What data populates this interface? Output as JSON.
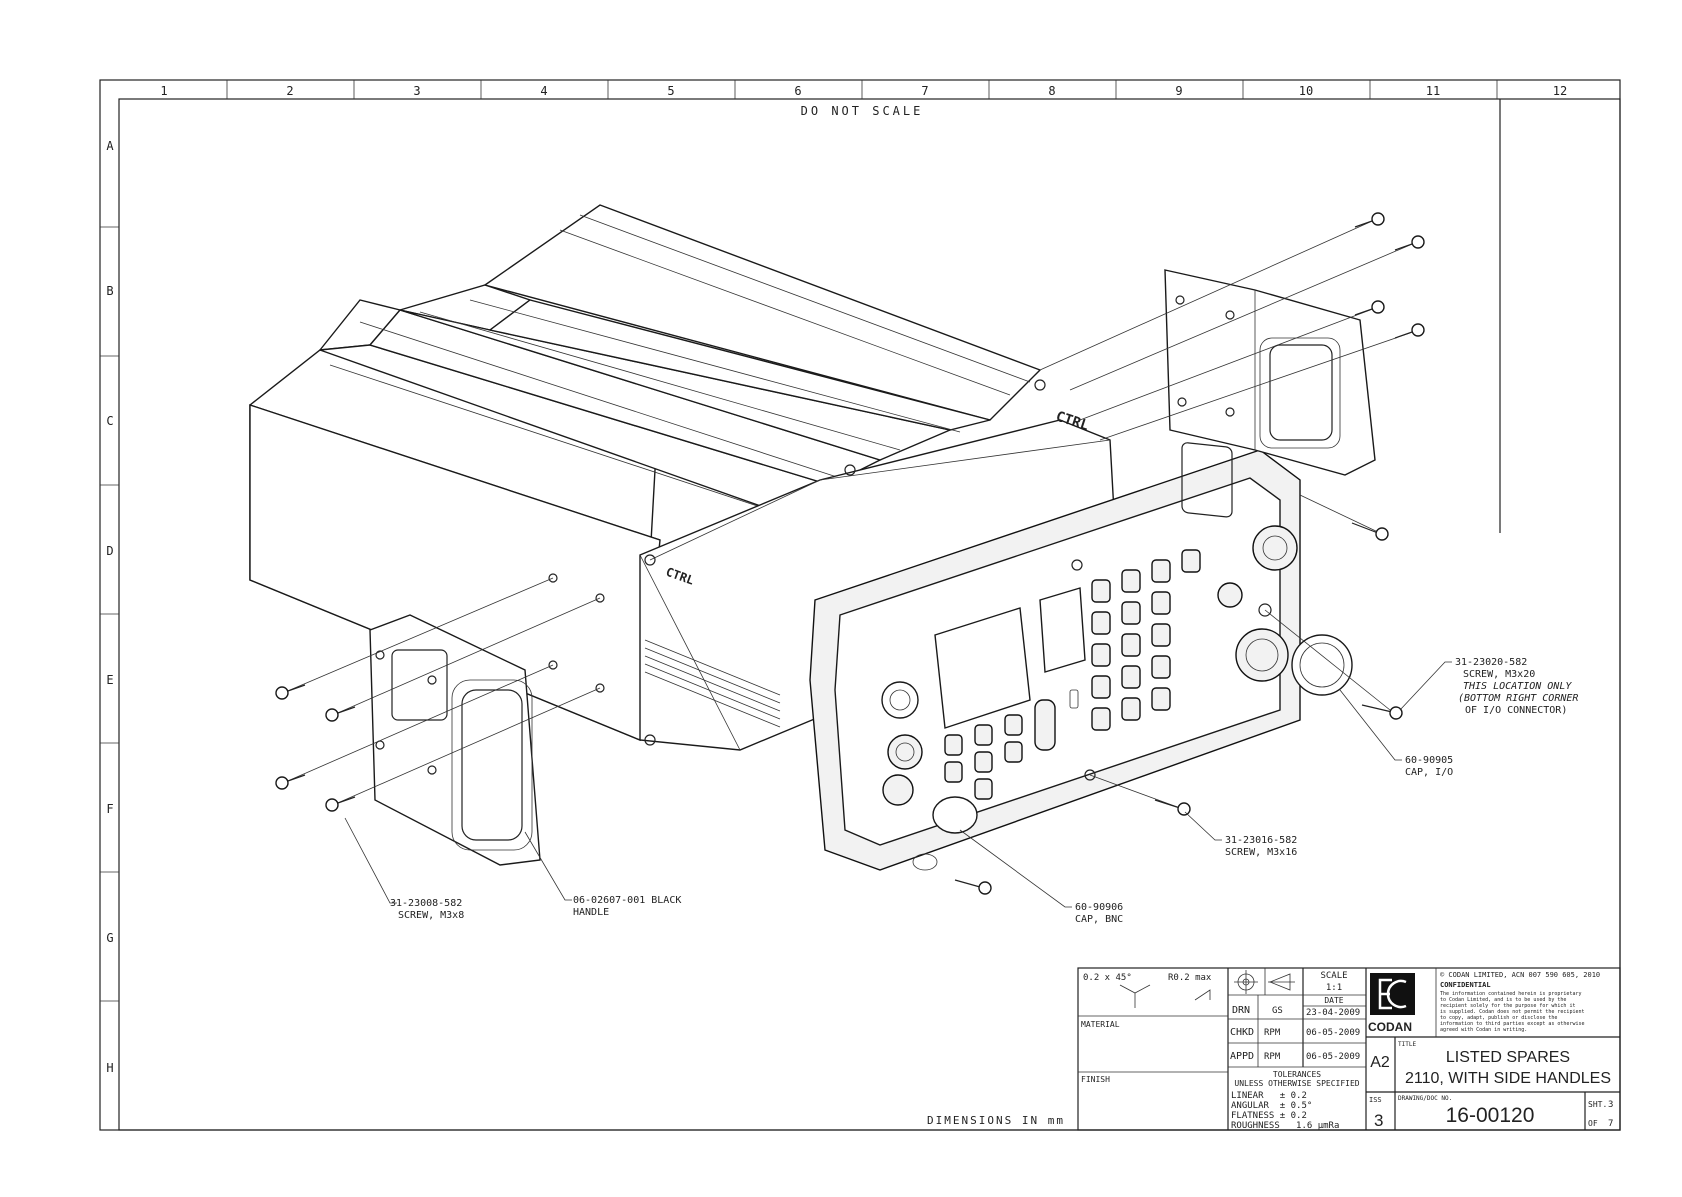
{
  "sheet": {
    "col_labels": [
      "1",
      "2",
      "3",
      "4",
      "5",
      "6",
      "7",
      "8",
      "9",
      "10",
      "11",
      "12"
    ],
    "row_labels": [
      "A",
      "B",
      "C",
      "D",
      "E",
      "F",
      "G",
      "H"
    ],
    "do_not_scale": "DO NOT SCALE",
    "dimensions_note": "DIMENSIONS IN mm"
  },
  "unit_markings": {
    "ctrl_top": "CTRL",
    "ctrl_side": "CTRL"
  },
  "callouts": [
    {
      "part": "31-23020-582",
      "desc": [
        "SCREW, M3x20",
        "THIS LOCATION ONLY",
        "(BOTTOM RIGHT CORNER",
        "OF I/O CONNECTOR)"
      ]
    },
    {
      "part": "60-90905",
      "desc": [
        "CAP, I/O"
      ]
    },
    {
      "part": "31-23016-582",
      "desc": [
        "SCREW, M3x16"
      ]
    },
    {
      "part": "60-90906",
      "desc": [
        "CAP, BNC"
      ]
    },
    {
      "part": "06-02607-001 BLACK",
      "desc": [
        "HANDLE"
      ]
    },
    {
      "part": "31-23008-582",
      "desc": [
        "SCREW, M3x8"
      ]
    }
  ],
  "title_block": {
    "chamfer_note": "0.2 x 45°",
    "radius_note": "R0.2 max",
    "material_label": "MATERIAL",
    "finish_label": "FINISH",
    "scale_label": "SCALE",
    "scale_value": "1:1",
    "date_label": "DATE",
    "drn_label": "DRN",
    "drn_by": "GS",
    "drn_date": "23-04-2009",
    "chkd_label": "CHKD",
    "chkd_by": "RPM",
    "chkd_date": "06-05-2009",
    "appd_label": "APPD",
    "appd_by": "RPM",
    "appd_date": "06-05-2009",
    "tolerances_title": "TOLERANCES",
    "tolerances_sub": "UNLESS OTHERWISE SPECIFIED",
    "linear": "LINEAR   ± 0.2",
    "angular": "ANGULAR  ± 0.5°",
    "flatness": "FLATNESS ± 0.2",
    "roughness": "ROUGHNESS   1.6 µmRa",
    "company": "CODAN",
    "copyright": "© CODAN LIMITED, ACN 007 590 605, 2010",
    "confidential_title": "CONFIDENTIAL",
    "confidential_text": [
      "The information contained herein is proprietary",
      "to Codan Limited, and is to be used by the",
      "recipient solely for the purpose for which it",
      "is supplied. Codan does not permit the recipient",
      "to copy, adapt, publish or disclose the",
      "information to third parties except as otherwise",
      "agreed with Codan in writing."
    ],
    "size": "A2",
    "title_label": "TITLE",
    "title_line1": "LISTED SPARES",
    "title_line2": "2110, WITH SIDE HANDLES",
    "iss_label": "ISS",
    "iss_value": "3",
    "doc_label": "DRAWING/DOC NO.",
    "doc_no": "16-00120",
    "sht_label": "SHT.",
    "sht_value": "3",
    "of_label": "OF",
    "of_value": "7"
  }
}
